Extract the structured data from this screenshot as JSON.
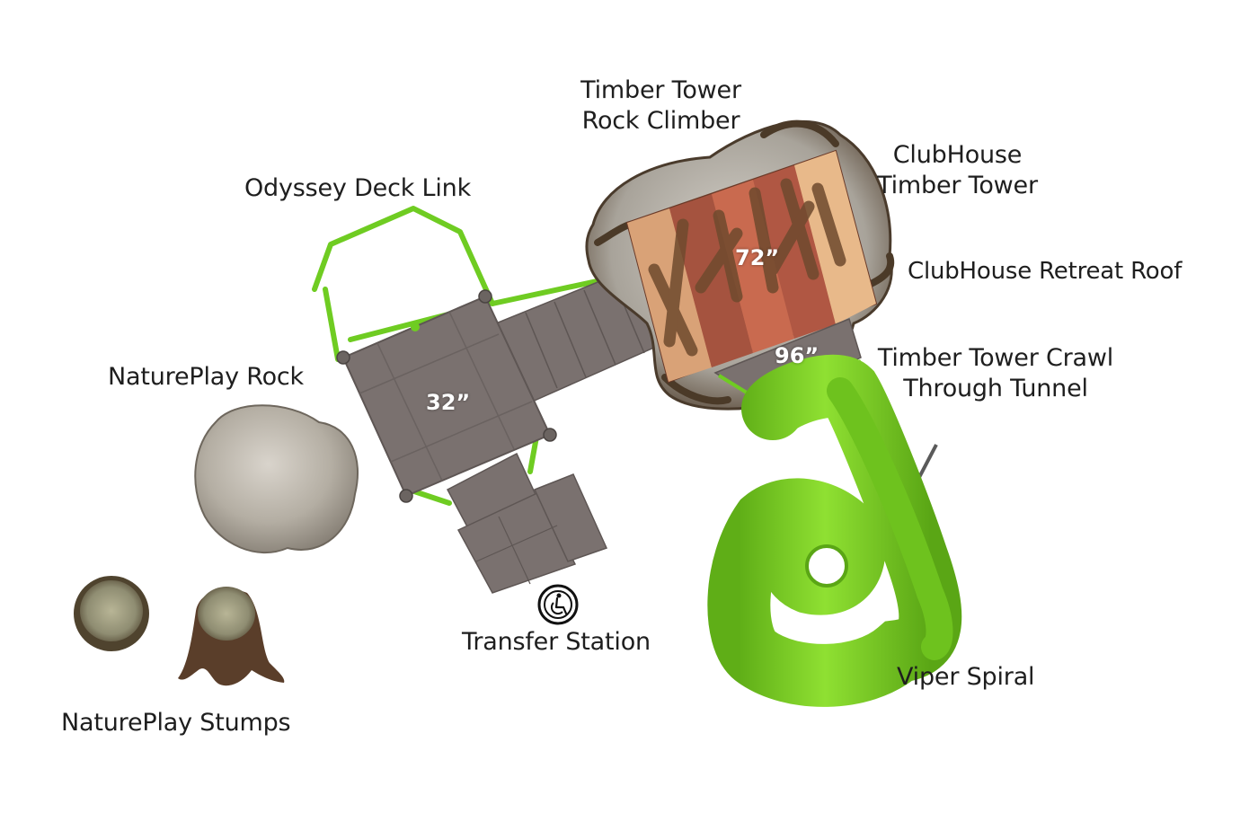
{
  "labels": {
    "timber_tower_rock_climber": [
      "Timber Tower",
      "Rock Climber"
    ],
    "clubhouse_timber_tower": [
      "ClubHouse",
      "Timber Tower"
    ],
    "odyssey_deck_link": "Odyssey Deck Link",
    "clubhouse_retreat_roof": "ClubHouse Retreat Roof",
    "timber_tower_crawl_through_tunnel": [
      "Timber Tower Crawl",
      "Through Tunnel"
    ],
    "natureplay_rock": "NaturePlay Rock",
    "transfer_station": "Transfer Station",
    "viper_spiral": "Viper Spiral",
    "natureplay_stumps": "NaturePlay Stumps"
  },
  "deck_heights": {
    "deck_32": "32”",
    "deck_72": "72”",
    "deck_96": "96”"
  },
  "icons": {
    "accessibility": "wheelchair-accessible-icon"
  },
  "colors": {
    "deck_gray": "#7a716f",
    "frame_green": "#6fcc22",
    "slide_green": "#7ed321",
    "rock_gray": "#b8b2a8",
    "roof_wood_dark": "#a5533f",
    "roof_wood_light": "#e8b98a",
    "label_text": "#1e1e1e"
  }
}
